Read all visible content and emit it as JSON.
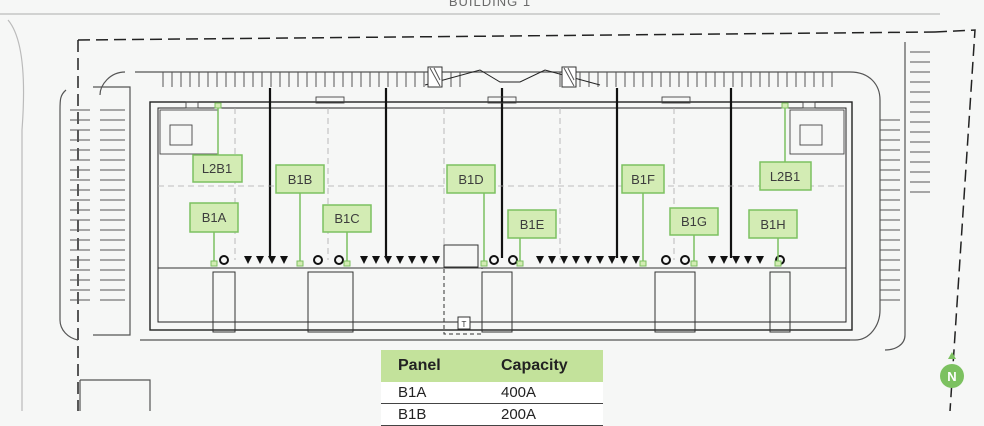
{
  "building_label": "BUILDING 1",
  "panels": [
    {
      "id": "L2B1",
      "capacity": null
    },
    {
      "id": "B1A",
      "capacity": "400A"
    },
    {
      "id": "B1B",
      "capacity": "200A"
    },
    {
      "id": "B1C",
      "capacity": null
    },
    {
      "id": "B1D",
      "capacity": null
    },
    {
      "id": "B1E",
      "capacity": null
    },
    {
      "id": "B1F",
      "capacity": null
    },
    {
      "id": "B1G",
      "capacity": null
    },
    {
      "id": "B1H",
      "capacity": null
    },
    {
      "id": "L2B1",
      "capacity": null
    }
  ],
  "legend": {
    "header_panel": "Panel",
    "header_capacity": "Capacity",
    "rows": [
      {
        "panel": "B1A",
        "capacity": "400A"
      },
      {
        "panel": "B1B",
        "capacity": "200A"
      }
    ]
  },
  "compass": {
    "label": "N"
  },
  "colors": {
    "label_fill": "#d3ecb4",
    "label_border": "#7cc160",
    "header": "#c3e29b",
    "compass": "#7cc160"
  }
}
